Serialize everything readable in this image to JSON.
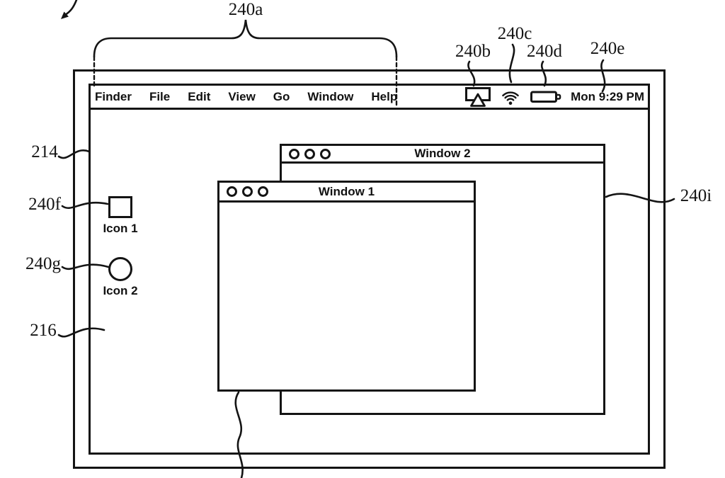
{
  "figure_labels": {
    "menu_bar_brace": "240a",
    "airplay": "240b",
    "wifi": "240c",
    "battery": "240d",
    "clock": "240e",
    "icon1": "240f",
    "icon2": "240g",
    "screen": "214",
    "desktop": "216",
    "window2": "240i"
  },
  "menu_bar": {
    "items": [
      "Finder",
      "File",
      "Edit",
      "View",
      "Go",
      "Window",
      "Help"
    ],
    "clock": "Mon 9:29 PM"
  },
  "windows": [
    {
      "title": "Window 2"
    },
    {
      "title": "Window 1"
    }
  ],
  "desktop_icons": [
    {
      "label": "Icon 1"
    },
    {
      "label": "Icon 2"
    }
  ]
}
